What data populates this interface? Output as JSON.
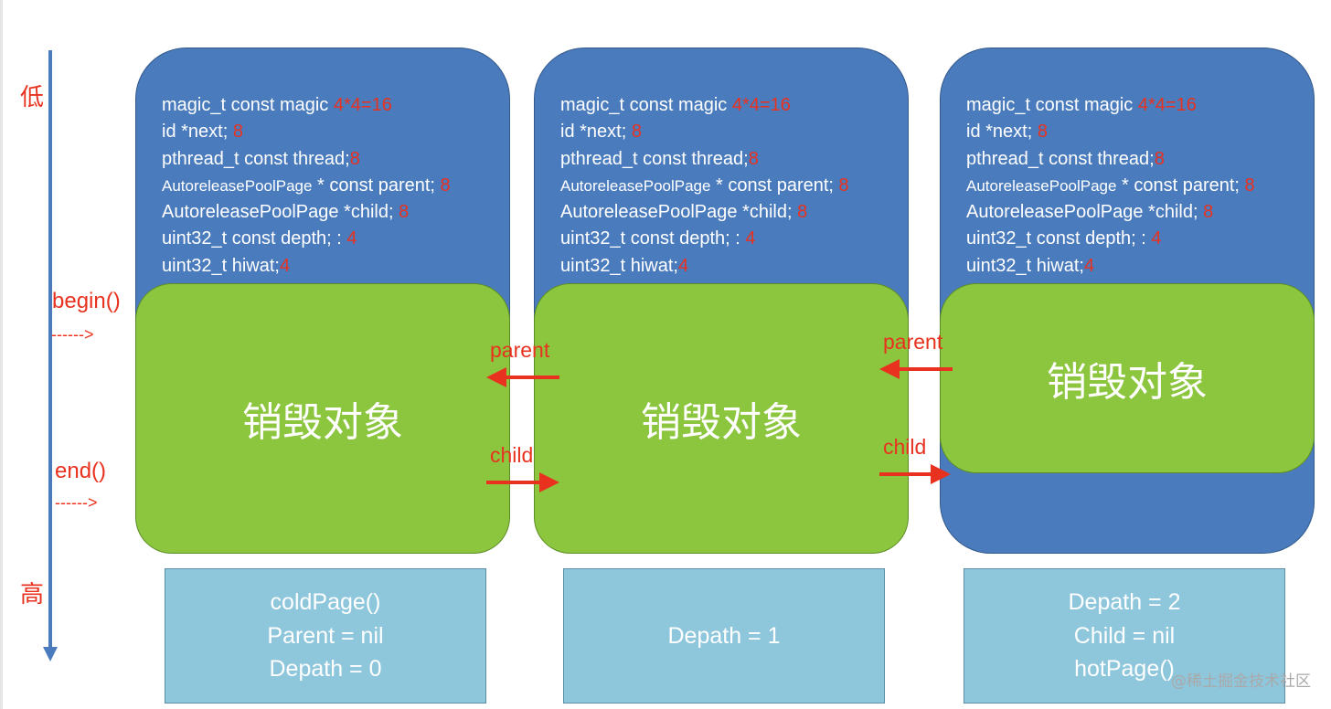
{
  "axis": {
    "low_label": "低",
    "high_label": "高"
  },
  "markers": {
    "begin": {
      "label": "begin()",
      "arrow": "------>"
    },
    "end": {
      "label": "end()",
      "arrow": "------>"
    }
  },
  "pages": [
    {
      "fields": [
        {
          "text": "magic_t const magic ",
          "value": "4*4=16"
        },
        {
          "text": "id *next; ",
          "value": "8"
        },
        {
          "text": "pthread_t const thread;",
          "value": "8"
        },
        {
          "prefix": "AutoreleasePoolPage",
          "text": " * const parent; ",
          "value": "8"
        },
        {
          "text": "AutoreleasePoolPage *child;  ",
          "value": "8"
        },
        {
          "text": "uint32_t const depth; : ",
          "value": "4"
        },
        {
          "text": "uint32_t hiwat;",
          "value": "4"
        }
      ],
      "objects_label": "销毁对象",
      "info": [
        "coldPage()",
        "Parent = nil",
        "Depath = 0"
      ]
    },
    {
      "fields": [
        {
          "text": "magic_t const magic ",
          "value": "4*4=16"
        },
        {
          "text": "id *next; ",
          "value": "8"
        },
        {
          "text": "pthread_t const thread;",
          "value": "8"
        },
        {
          "prefix": "AutoreleasePoolPage",
          "text": " * const parent; ",
          "value": "8"
        },
        {
          "text": "AutoreleasePoolPage *child;  ",
          "value": "8"
        },
        {
          "text": "uint32_t const depth; : ",
          "value": "4"
        },
        {
          "text": "uint32_t hiwat;",
          "value": "4"
        }
      ],
      "objects_label": "销毁对象",
      "info": [
        "Depath = 1"
      ]
    },
    {
      "fields": [
        {
          "text": "magic_t const magic ",
          "value": "4*4=16"
        },
        {
          "text": "id *next; ",
          "value": "8"
        },
        {
          "text": "pthread_t const thread;",
          "value": "8"
        },
        {
          "prefix": "AutoreleasePoolPage",
          "text": " * const parent; ",
          "value": "8"
        },
        {
          "text": "AutoreleasePoolPage *child;  ",
          "value": "8"
        },
        {
          "text": "uint32_t const depth; : ",
          "value": "4"
        },
        {
          "text": "uint32_t hiwat;",
          "value": "4"
        }
      ],
      "objects_label": "销毁对象",
      "info": [
        "Depath = 2",
        "Child = nil",
        "hotPage()"
      ]
    }
  ],
  "links": {
    "parent_label": "parent",
    "child_label": "child"
  },
  "colors": {
    "page_blue": "#4a7bbd",
    "objects_green": "#8cc63f",
    "info_box": "#8ec6dc",
    "accent_red": "#e8321f",
    "axis_blue": "#4a7bbd"
  },
  "watermark": "@稀土掘金技术社区"
}
